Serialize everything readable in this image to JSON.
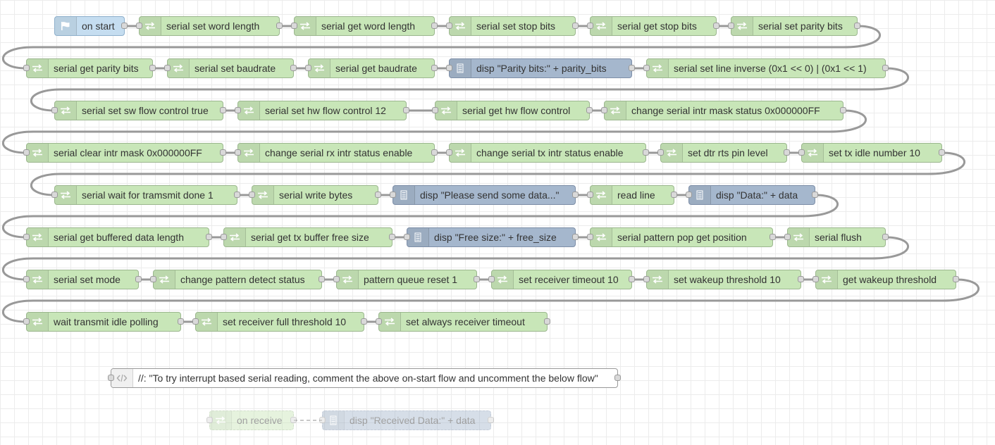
{
  "flow": {
    "rows": [
      [
        "on start",
        "serial set word length",
        "serial get word length",
        "serial set stop bits",
        "serial get stop bits",
        "serial set parity bits"
      ],
      [
        "serial get parity bits",
        "serial set baudrate",
        "serial get baudrate",
        "disp \"Parity bits:\" + parity_bits",
        "serial set line inverse (0x1 << 0) | (0x1 << 1)"
      ],
      [
        "serial set sw flow control true",
        "serial set hw flow control 12",
        "serial get hw flow control",
        "change serial intr mask status 0x000000FF"
      ],
      [
        "serial clear intr mask 0x000000FF",
        "change serial rx intr status enable",
        "change serial tx intr status enable",
        "set dtr rts pin level",
        "set tx idle number 10"
      ],
      [
        "serial wait for tramsmit done 1",
        "serial write bytes",
        "disp \"Please send some data...\"",
        "read line",
        "disp \"Data:\" + data"
      ],
      [
        "serial get buffered data length",
        "serial get tx buffer free size",
        "disp \"Free size:\" + free_size",
        "serial pattern pop get position",
        "serial flush"
      ],
      [
        "serial set mode",
        "change pattern detect status",
        "pattern queue reset 1",
        "set receiver timeout 10",
        "set wakeup threshold 10",
        "get wakeup threshold"
      ],
      [
        "wait transmit idle polling",
        "set receiver full threshold 10",
        "set always receiver timeout"
      ]
    ],
    "comment": "//: \"To try interrupt based serial reading, comment the above on-start flow and uncomment the below flow\"",
    "disabled": [
      "on receive",
      "disp \"Received Data:\" + data"
    ]
  },
  "colors": {
    "start_node": "#c5ddf0",
    "serial_node": "#c8e6b8",
    "disp_node": "#a5b7cd",
    "wire": "#999999",
    "grid": "#ececec"
  },
  "icons": {
    "start": "flag-icon",
    "serial": "exchange-arrows-icon",
    "disp": "list-icon",
    "comment": "code-icon"
  }
}
